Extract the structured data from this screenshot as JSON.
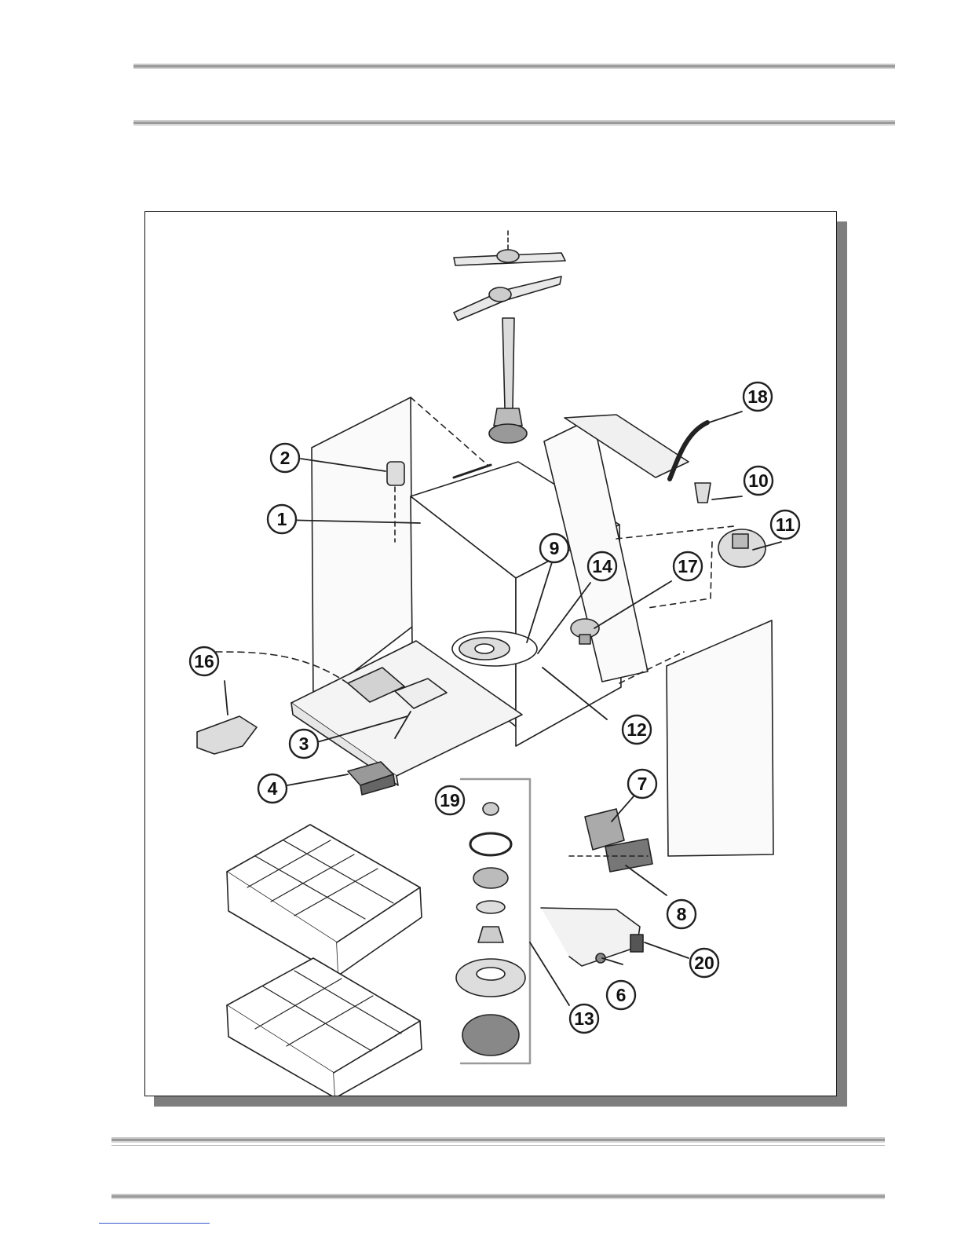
{
  "callouts": [
    {
      "id": "c1",
      "label": "1"
    },
    {
      "id": "c2",
      "label": "2"
    },
    {
      "id": "c3",
      "label": "3"
    },
    {
      "id": "c4",
      "label": "4"
    },
    {
      "id": "c6",
      "label": "6"
    },
    {
      "id": "c7",
      "label": "7"
    },
    {
      "id": "c8",
      "label": "8"
    },
    {
      "id": "c9",
      "label": "9"
    },
    {
      "id": "c10",
      "label": "10"
    },
    {
      "id": "c11",
      "label": "11"
    },
    {
      "id": "c12",
      "label": "12"
    },
    {
      "id": "c13",
      "label": "13"
    },
    {
      "id": "c14",
      "label": "14"
    },
    {
      "id": "c16",
      "label": "16"
    },
    {
      "id": "c17",
      "label": "17"
    },
    {
      "id": "c18",
      "label": "18"
    },
    {
      "id": "c19",
      "label": "19"
    },
    {
      "id": "c20",
      "label": "20"
    }
  ],
  "colors": {
    "line": "#222222",
    "rule": "#a0a0a0",
    "shadow": "#7e7e7e",
    "link": "#3355cc"
  }
}
